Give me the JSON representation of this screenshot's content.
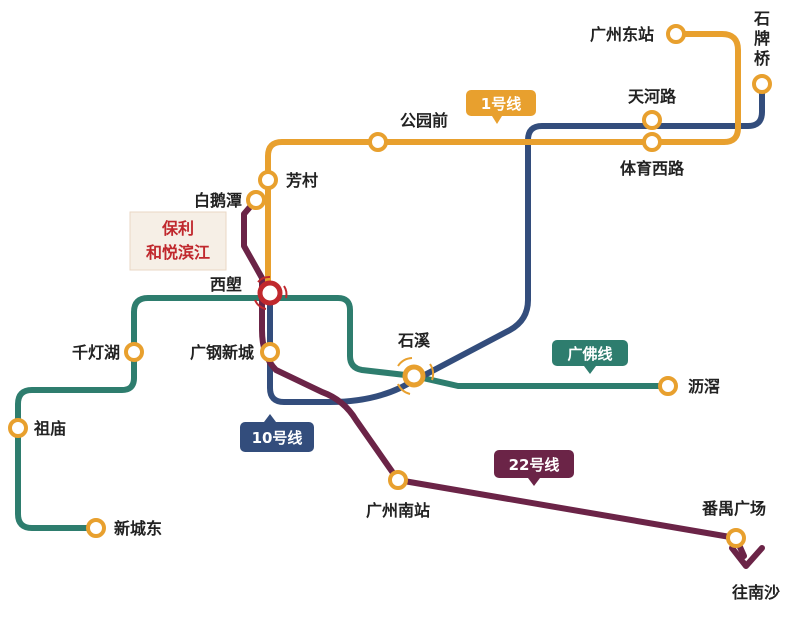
{
  "lines": {
    "line1": {
      "label": "1号线",
      "color": "#e8a02e"
    },
    "line10": {
      "label": "10号线",
      "color": "#334d7c"
    },
    "guangfo": {
      "label": "广佛线",
      "color": "#2e7d6e"
    },
    "line22": {
      "label": "22号线",
      "color": "#6b2447"
    }
  },
  "stations": {
    "guangzhou_east": "广州东站",
    "shipaiqiao": [
      "石",
      "牌",
      "桥"
    ],
    "tianhe_road": "天河路",
    "gongyuanqian": "公园前",
    "tiyu_xilu": "体育西路",
    "fangcun": "芳村",
    "baietan": "白鹅潭",
    "xilang": "西塱",
    "qiandenghu": "千灯湖",
    "guanggang_xincheng": "广钢新城",
    "shixi": "石溪",
    "lijiao": "沥滘",
    "zumiao": "祖庙",
    "xinchengdong": "新城东",
    "guangzhou_south": "广州南站",
    "panyu_square": "番禺广场",
    "to_nansha": "往南沙"
  },
  "project": {
    "line1": "保利",
    "line2": "和悦滨江",
    "color": "#c0282d"
  },
  "colors": {
    "station_fill": "#ffffff",
    "station_stroke": "#e8a02e",
    "interchange_red": "#c0282d"
  }
}
